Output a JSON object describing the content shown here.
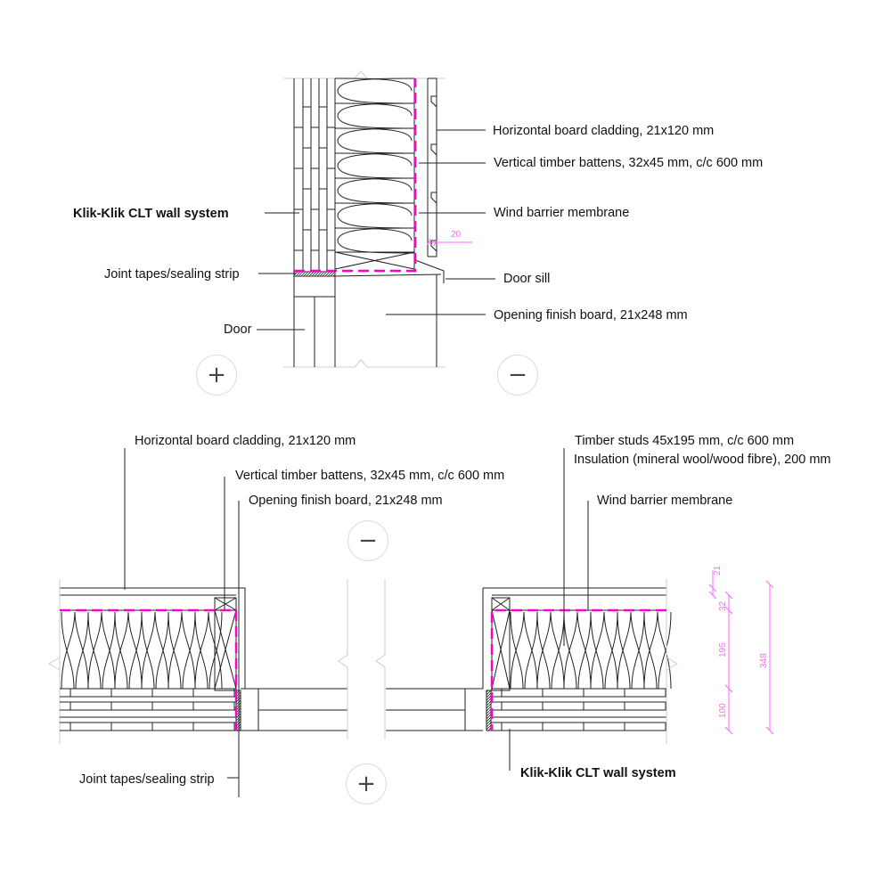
{
  "top_section": {
    "labels": {
      "cladding": "Horizontal board cladding, 21x120 mm",
      "battens": "Vertical timber battens, 32x45 mm, c/c 600 mm",
      "wall_system": "Klik-Klik CLT wall system",
      "membrane": "Wind barrier membrane",
      "joint_tapes": "Joint tapes/sealing strip",
      "door_sill": "Door sill",
      "door": "Door",
      "finish_board": "Opening finish board, 21x248 mm"
    },
    "dimension": "20",
    "zoom_in": "+",
    "zoom_out": "−"
  },
  "bottom_section": {
    "labels": {
      "cladding": "Horizontal board cladding, 21x120 mm",
      "battens": "Vertical timber battens, 32x45 mm, c/c 600 mm",
      "finish_board": "Opening finish board, 21x248 mm",
      "studs": "Timber studs 45x195 mm, c/c 600 mm",
      "insulation": "Insulation (mineral wool/wood fibre), 200 mm",
      "membrane": "Wind barrier membrane",
      "joint_tapes": "Joint tapes/sealing strip",
      "wall_system": "Klik-Klik CLT wall system"
    },
    "dimensions": [
      "21",
      "32",
      "195",
      "100",
      "348"
    ],
    "zoom_in": "+",
    "zoom_out": "−"
  },
  "colors": {
    "membrane": "#ff00cc",
    "dimension": "#ff66ff",
    "line": "#222222"
  }
}
